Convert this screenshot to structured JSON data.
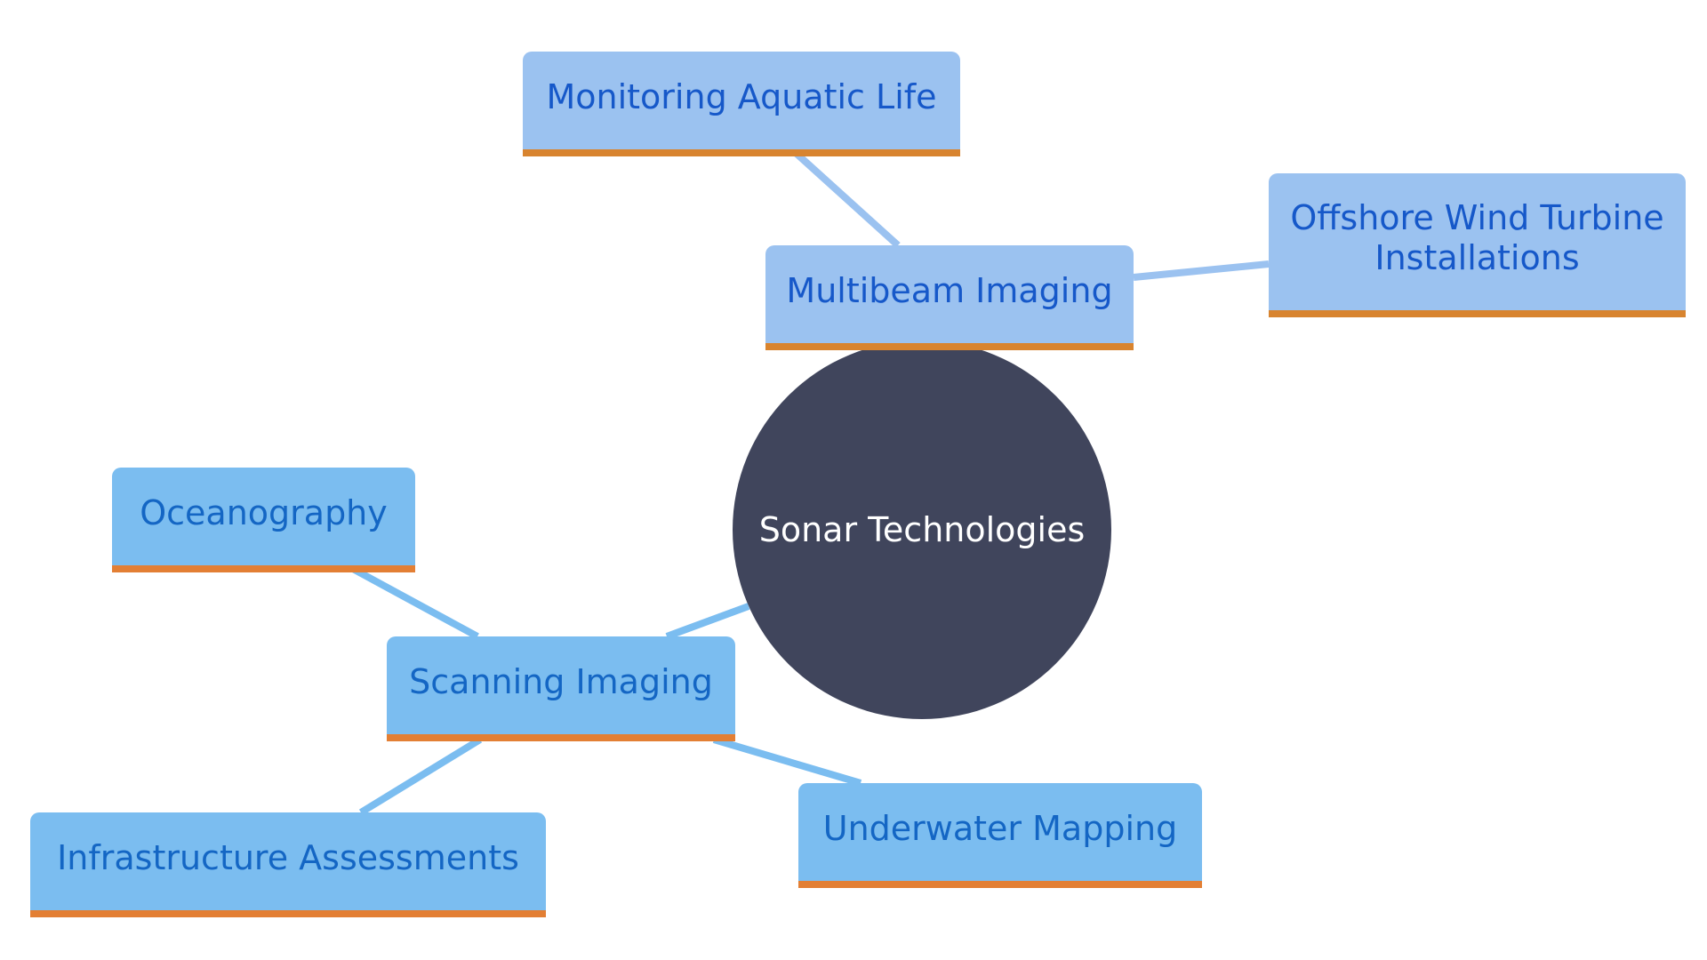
{
  "diagram": {
    "type": "mind-map",
    "center": {
      "label": "Sonar Technologies",
      "color": "#40455c"
    },
    "branches": [
      {
        "label": "Multibeam Imaging",
        "color": "#9bc2f0",
        "children": [
          {
            "label": "Monitoring Aquatic Life"
          },
          {
            "label": "Offshore Wind Turbine\nInstallations"
          }
        ]
      },
      {
        "label": "Scanning Imaging",
        "color": "#7bbdf0",
        "children": [
          {
            "label": "Oceanography"
          },
          {
            "label": "Infrastructure Assessments"
          },
          {
            "label": "Underwater Mapping"
          }
        ]
      }
    ],
    "accent_color": "#d8842f"
  }
}
